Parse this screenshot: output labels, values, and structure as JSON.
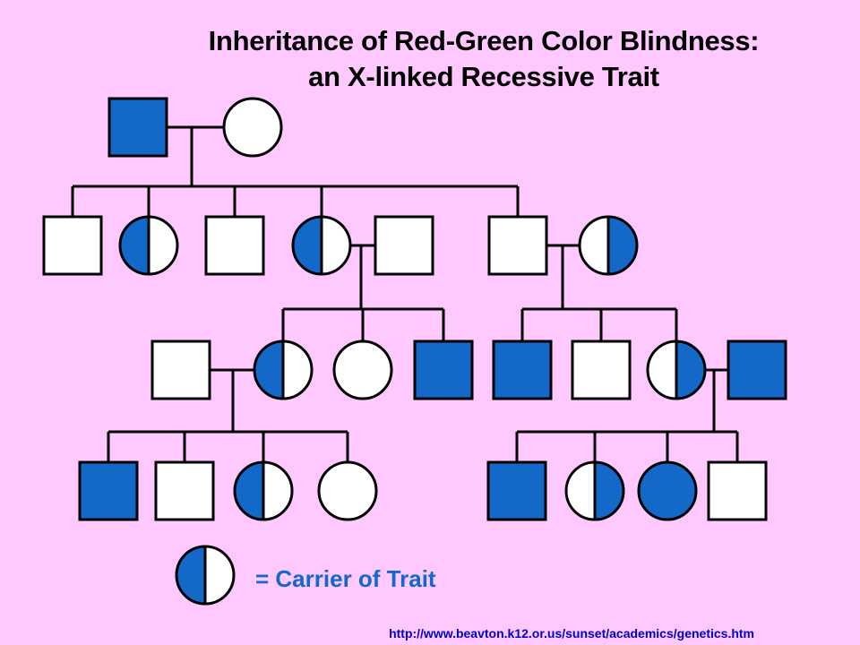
{
  "title": {
    "line1": "Inheritance of Red-Green Color Blindness:",
    "line2": "an X-linked Recessive Trait"
  },
  "legend": {
    "label": "= Carrier of Trait"
  },
  "source_url": "http://www.beavton.k12.or.us/sunset/academics/genetics.htm",
  "colors": {
    "background": "#FFC8FF",
    "affected_fill": "#1468C8",
    "unaffected_fill": "#FFFFFF",
    "line": "#000000",
    "title_text": "#000000",
    "legend_text": "#1468C8",
    "url_text": "#0000CC"
  },
  "pedigree": {
    "legend_symbols": {
      "square": "male",
      "circle": "female",
      "filled": "affected",
      "half_filled": "carrier",
      "empty": "unaffected"
    },
    "individuals": [
      {
        "id": "g1-father",
        "sex": "male",
        "status": "affected"
      },
      {
        "id": "g1-mother",
        "sex": "female",
        "status": "unaffected"
      },
      {
        "id": "g2-son-1",
        "sex": "male",
        "status": "unaffected"
      },
      {
        "id": "g2-daughter-1",
        "sex": "female",
        "status": "carrier"
      },
      {
        "id": "g2-son-2",
        "sex": "male",
        "status": "unaffected"
      },
      {
        "id": "g2-daughter-2",
        "sex": "female",
        "status": "carrier"
      },
      {
        "id": "g2-spouse-1",
        "sex": "male",
        "status": "unaffected"
      },
      {
        "id": "g2-son-3",
        "sex": "male",
        "status": "unaffected"
      },
      {
        "id": "g2-spouse-2",
        "sex": "female",
        "status": "carrier"
      },
      {
        "id": "g3-spouse-1",
        "sex": "male",
        "status": "unaffected"
      },
      {
        "id": "g3-daughter-1",
        "sex": "female",
        "status": "carrier"
      },
      {
        "id": "g3-daughter-2",
        "sex": "female",
        "status": "unaffected"
      },
      {
        "id": "g3-son-1",
        "sex": "male",
        "status": "affected"
      },
      {
        "id": "g3-son-2",
        "sex": "male",
        "status": "affected"
      },
      {
        "id": "g3-son-3",
        "sex": "male",
        "status": "unaffected"
      },
      {
        "id": "g3-daughter-3",
        "sex": "female",
        "status": "carrier"
      },
      {
        "id": "g3-spouse-2",
        "sex": "male",
        "status": "affected"
      },
      {
        "id": "g4-son-1",
        "sex": "male",
        "status": "affected"
      },
      {
        "id": "g4-son-2",
        "sex": "male",
        "status": "unaffected"
      },
      {
        "id": "g4-daughter-1",
        "sex": "female",
        "status": "carrier"
      },
      {
        "id": "g4-daughter-2",
        "sex": "female",
        "status": "unaffected"
      },
      {
        "id": "g4-son-3",
        "sex": "male",
        "status": "affected"
      },
      {
        "id": "g4-daughter-3",
        "sex": "female",
        "status": "carrier"
      },
      {
        "id": "g4-daughter-4",
        "sex": "female",
        "status": "affected"
      },
      {
        "id": "g4-son-4",
        "sex": "male",
        "status": "unaffected"
      }
    ]
  }
}
